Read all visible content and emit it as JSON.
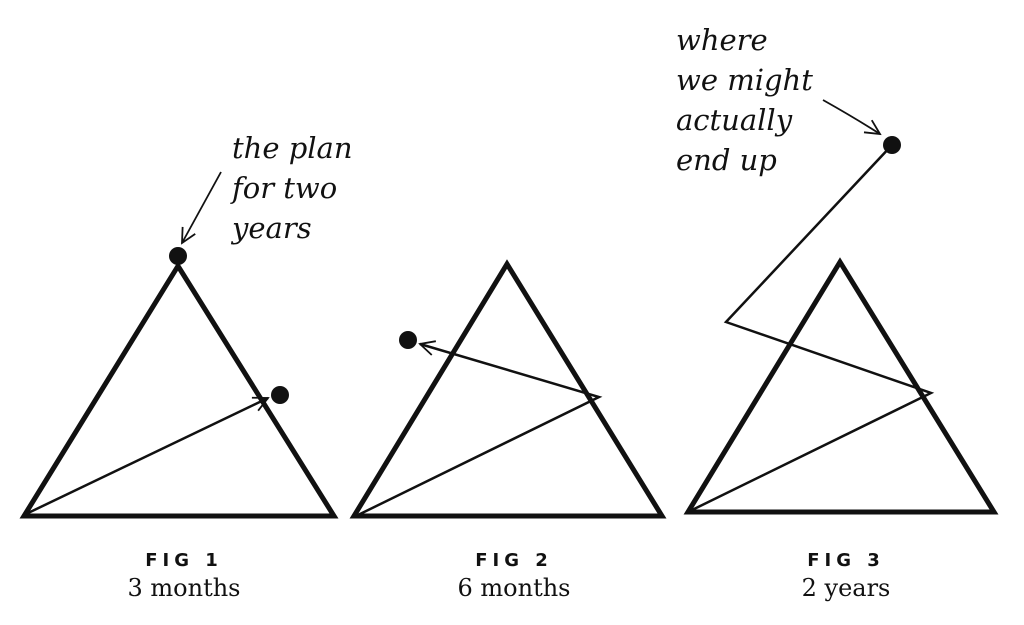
{
  "figures": [
    {
      "label": "FIG 1",
      "period": "3 months",
      "annotation": [
        "the plan",
        "for two",
        "years"
      ]
    },
    {
      "label": "FIG 2",
      "period": "6 months"
    },
    {
      "label": "FIG 3",
      "period": "2 years",
      "annotation": [
        "where",
        "we might",
        "actually",
        "end up"
      ]
    }
  ],
  "colors": {
    "ink": "#111111",
    "background": "#ffffff"
  }
}
